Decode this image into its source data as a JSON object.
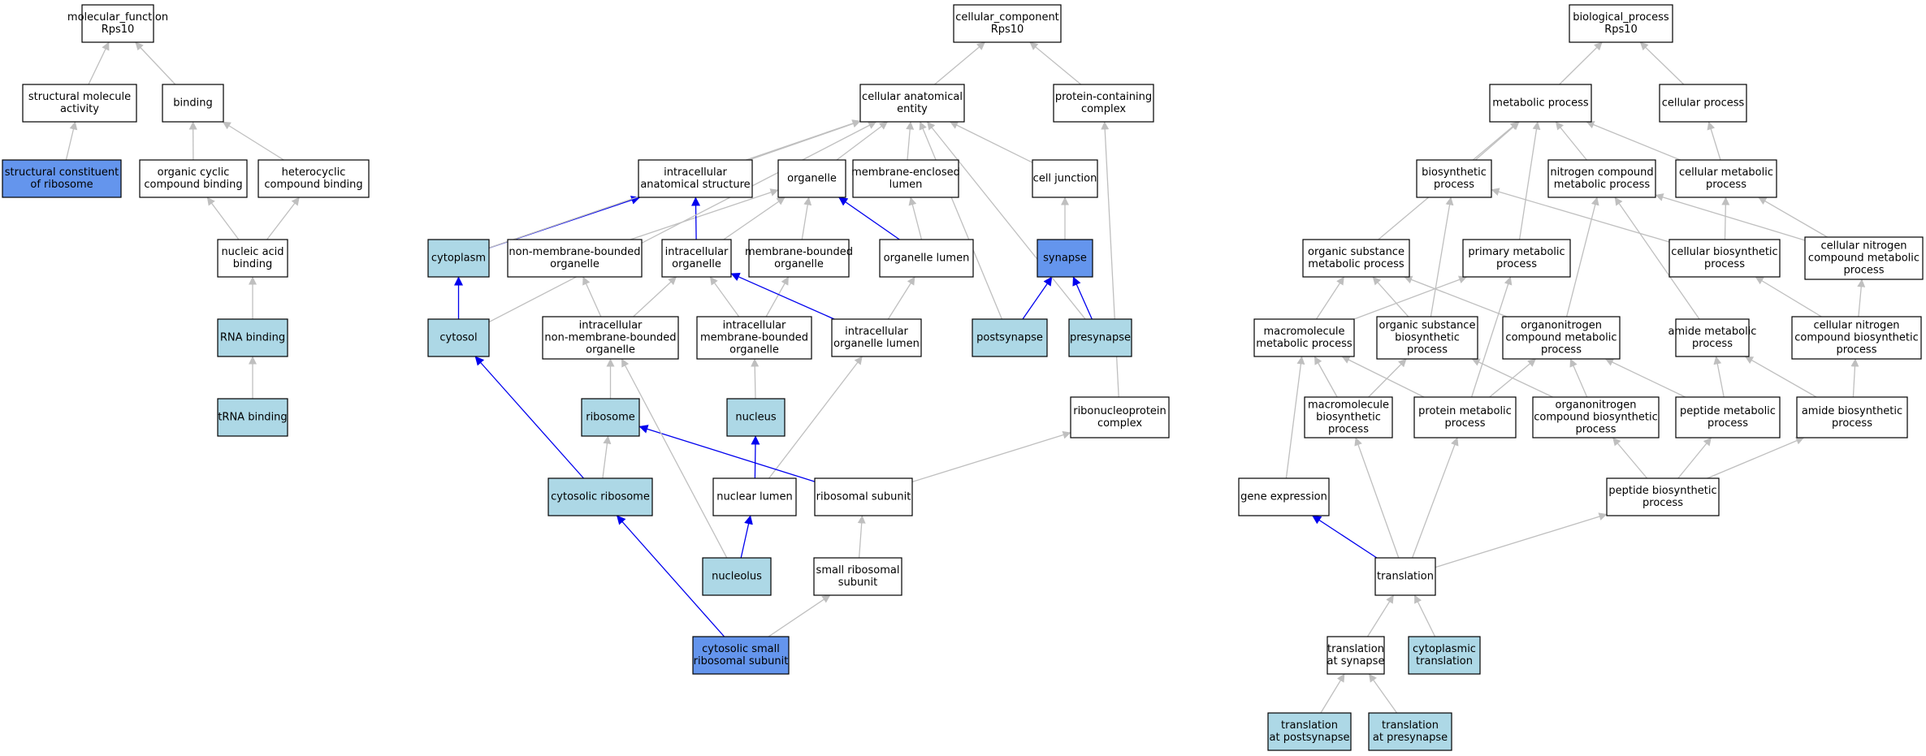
{
  "colors": {
    "plain": "#ffffff",
    "light": "#add8e6",
    "dark": "#6495ed",
    "edge_gray": "#bfbfbf",
    "edge_blue": "#0000ee"
  },
  "nodes": {
    "mf": {
      "lines": [
        "molecular_function",
        "Rps10"
      ],
      "style": "plain"
    },
    "sma": {
      "lines": [
        "structural molecule",
        "activity"
      ],
      "style": "plain"
    },
    "bind": {
      "lines": [
        "binding"
      ],
      "style": "plain"
    },
    "scr": {
      "lines": [
        "structural constituent",
        "of ribosome"
      ],
      "style": "dark"
    },
    "occb": {
      "lines": [
        "organic cyclic",
        "compound binding"
      ],
      "style": "plain"
    },
    "hccb": {
      "lines": [
        "heterocyclic",
        "compound binding"
      ],
      "style": "plain"
    },
    "nab": {
      "lines": [
        "nucleic acid",
        "binding"
      ],
      "style": "plain"
    },
    "rnab": {
      "lines": [
        "RNA binding"
      ],
      "style": "light"
    },
    "trnab": {
      "lines": [
        "tRNA binding"
      ],
      "style": "light"
    },
    "cc": {
      "lines": [
        "cellular_component",
        "Rps10"
      ],
      "style": "plain"
    },
    "cae": {
      "lines": [
        "cellular anatomical",
        "entity"
      ],
      "style": "plain"
    },
    "pcc": {
      "lines": [
        "protein-containing",
        "complex"
      ],
      "style": "plain"
    },
    "ias": {
      "lines": [
        "intracellular",
        "anatomical structure"
      ],
      "style": "plain"
    },
    "org": {
      "lines": [
        "organelle"
      ],
      "style": "plain"
    },
    "mel": {
      "lines": [
        "membrane-enclosed",
        "lumen"
      ],
      "style": "plain"
    },
    "cj": {
      "lines": [
        "cell junction"
      ],
      "style": "plain"
    },
    "cyto": {
      "lines": [
        "cytoplasm"
      ],
      "style": "light"
    },
    "nmbo": {
      "lines": [
        "non-membrane-bounded",
        "organelle"
      ],
      "style": "plain"
    },
    "io": {
      "lines": [
        "intracellular",
        "organelle"
      ],
      "style": "plain"
    },
    "mbo": {
      "lines": [
        "membrane-bounded",
        "organelle"
      ],
      "style": "plain"
    },
    "ol": {
      "lines": [
        "organelle lumen"
      ],
      "style": "plain"
    },
    "syn": {
      "lines": [
        "synapse"
      ],
      "style": "dark"
    },
    "cytosol": {
      "lines": [
        "cytosol"
      ],
      "style": "light"
    },
    "inmbo": {
      "lines": [
        "intracellular",
        "non-membrane-bounded",
        "organelle"
      ],
      "style": "plain"
    },
    "imbo": {
      "lines": [
        "intracellular",
        "membrane-bounded",
        "organelle"
      ],
      "style": "plain"
    },
    "iol": {
      "lines": [
        "intracellular",
        "organelle lumen"
      ],
      "style": "plain"
    },
    "post": {
      "lines": [
        "postsynapse"
      ],
      "style": "light"
    },
    "pre": {
      "lines": [
        "presynapse"
      ],
      "style": "light"
    },
    "ribo": {
      "lines": [
        "ribosome"
      ],
      "style": "light"
    },
    "nuc": {
      "lines": [
        "nucleus"
      ],
      "style": "light"
    },
    "rnp": {
      "lines": [
        "ribonucleoprotein",
        "complex"
      ],
      "style": "plain"
    },
    "cribo": {
      "lines": [
        "cytosolic ribosome"
      ],
      "style": "light"
    },
    "nl": {
      "lines": [
        "nuclear lumen"
      ],
      "style": "plain"
    },
    "rs": {
      "lines": [
        "ribosomal subunit"
      ],
      "style": "plain"
    },
    "nucleolus": {
      "lines": [
        "nucleolus"
      ],
      "style": "light"
    },
    "srs": {
      "lines": [
        "small ribosomal",
        "subunit"
      ],
      "style": "plain"
    },
    "csrs": {
      "lines": [
        "cytosolic small",
        "ribosomal subunit"
      ],
      "style": "dark"
    },
    "bp": {
      "lines": [
        "biological_process",
        "Rps10"
      ],
      "style": "plain"
    },
    "mp": {
      "lines": [
        "metabolic process"
      ],
      "style": "plain"
    },
    "cp": {
      "lines": [
        "cellular process"
      ],
      "style": "plain"
    },
    "bsp": {
      "lines": [
        "biosynthetic",
        "process"
      ],
      "style": "plain"
    },
    "ncmp": {
      "lines": [
        "nitrogen compound",
        "metabolic process"
      ],
      "style": "plain"
    },
    "cmp": {
      "lines": [
        "cellular metabolic",
        "process"
      ],
      "style": "plain"
    },
    "osmp": {
      "lines": [
        "organic substance",
        "metabolic process"
      ],
      "style": "plain"
    },
    "pmp": {
      "lines": [
        "primary metabolic",
        "process"
      ],
      "style": "plain"
    },
    "cbp": {
      "lines": [
        "cellular biosynthetic",
        "process"
      ],
      "style": "plain"
    },
    "cncmp": {
      "lines": [
        "cellular nitrogen",
        "compound metabolic",
        "process"
      ],
      "style": "plain"
    },
    "mmp": {
      "lines": [
        "macromolecule",
        "metabolic process"
      ],
      "style": "plain"
    },
    "osbp": {
      "lines": [
        "organic substance",
        "biosynthetic",
        "process"
      ],
      "style": "plain"
    },
    "oncmp": {
      "lines": [
        "organonitrogen",
        "compound metabolic",
        "process"
      ],
      "style": "plain"
    },
    "amp": {
      "lines": [
        "amide metabolic",
        "process"
      ],
      "style": "plain"
    },
    "cncbp": {
      "lines": [
        "cellular nitrogen",
        "compound biosynthetic",
        "process"
      ],
      "style": "plain"
    },
    "mbp": {
      "lines": [
        "macromolecule",
        "biosynthetic",
        "process"
      ],
      "style": "plain"
    },
    "prmp": {
      "lines": [
        "protein metabolic",
        "process"
      ],
      "style": "plain"
    },
    "oncbp": {
      "lines": [
        "organonitrogen",
        "compound biosynthetic",
        "process"
      ],
      "style": "plain"
    },
    "pepmp": {
      "lines": [
        "peptide metabolic",
        "process"
      ],
      "style": "plain"
    },
    "abp": {
      "lines": [
        "amide biosynthetic",
        "process"
      ],
      "style": "plain"
    },
    "ge": {
      "lines": [
        "gene expression"
      ],
      "style": "plain"
    },
    "pbp": {
      "lines": [
        "peptide biosynthetic",
        "process"
      ],
      "style": "plain"
    },
    "trans": {
      "lines": [
        "translation"
      ],
      "style": "plain"
    },
    "tas": {
      "lines": [
        "translation",
        "at synapse"
      ],
      "style": "plain"
    },
    "ct": {
      "lines": [
        "cytoplasmic",
        "translation"
      ],
      "style": "light"
    },
    "tapost": {
      "lines": [
        "translation",
        "at postsynapse"
      ],
      "style": "light"
    },
    "tapre": {
      "lines": [
        "translation",
        "at presynapse"
      ],
      "style": "light"
    }
  },
  "edges": [
    [
      "sma",
      "mf",
      "gray"
    ],
    [
      "bind",
      "mf",
      "gray"
    ],
    [
      "scr",
      "sma",
      "gray"
    ],
    [
      "occb",
      "bind",
      "gray"
    ],
    [
      "hccb",
      "bind",
      "gray"
    ],
    [
      "nab",
      "occb",
      "gray"
    ],
    [
      "nab",
      "hccb",
      "gray"
    ],
    [
      "rnab",
      "nab",
      "gray"
    ],
    [
      "trnab",
      "rnab",
      "gray"
    ],
    [
      "cae",
      "cc",
      "gray"
    ],
    [
      "pcc",
      "cc",
      "gray"
    ],
    [
      "ias",
      "cae",
      "gray"
    ],
    [
      "org",
      "cae",
      "gray"
    ],
    [
      "mel",
      "cae",
      "gray"
    ],
    [
      "cj",
      "cae",
      "gray"
    ],
    [
      "cyto",
      "ias",
      "blue"
    ],
    [
      "cyto",
      "cae",
      "gray"
    ],
    [
      "nmbo",
      "org",
      "gray"
    ],
    [
      "io",
      "org",
      "gray"
    ],
    [
      "io",
      "ias",
      "blue"
    ],
    [
      "mbo",
      "org",
      "gray"
    ],
    [
      "ol",
      "org",
      "blue"
    ],
    [
      "ol",
      "mel",
      "gray"
    ],
    [
      "syn",
      "cj",
      "gray"
    ],
    [
      "cytosol",
      "cyto",
      "blue"
    ],
    [
      "cytosol",
      "cae",
      "gray"
    ],
    [
      "inmbo",
      "nmbo",
      "gray"
    ],
    [
      "inmbo",
      "io",
      "gray"
    ],
    [
      "imbo",
      "io",
      "gray"
    ],
    [
      "imbo",
      "mbo",
      "gray"
    ],
    [
      "iol",
      "io",
      "blue"
    ],
    [
      "iol",
      "ol",
      "gray"
    ],
    [
      "post",
      "syn",
      "blue"
    ],
    [
      "post",
      "cae",
      "gray"
    ],
    [
      "pre",
      "syn",
      "blue"
    ],
    [
      "pre",
      "cae",
      "gray"
    ],
    [
      "ribo",
      "inmbo",
      "gray"
    ],
    [
      "nuc",
      "imbo",
      "gray"
    ],
    [
      "rnp",
      "pcc",
      "gray"
    ],
    [
      "cribo",
      "ribo",
      "gray"
    ],
    [
      "cribo",
      "cytosol",
      "blue"
    ],
    [
      "nl",
      "nuc",
      "blue"
    ],
    [
      "nl",
      "iol",
      "gray"
    ],
    [
      "rs",
      "ribo",
      "blue"
    ],
    [
      "rs",
      "rnp",
      "gray"
    ],
    [
      "nucleolus",
      "nl",
      "blue"
    ],
    [
      "nucleolus",
      "inmbo",
      "gray"
    ],
    [
      "srs",
      "rs",
      "gray"
    ],
    [
      "csrs",
      "cribo",
      "blue"
    ],
    [
      "csrs",
      "srs",
      "gray"
    ],
    [
      "mp",
      "bp",
      "gray"
    ],
    [
      "cp",
      "bp",
      "gray"
    ],
    [
      "bsp",
      "mp",
      "gray"
    ],
    [
      "ncmp",
      "mp",
      "gray"
    ],
    [
      "cmp",
      "mp",
      "gray"
    ],
    [
      "cmp",
      "cp",
      "gray"
    ],
    [
      "osmp",
      "mp",
      "gray"
    ],
    [
      "pmp",
      "mp",
      "gray"
    ],
    [
      "cbp",
      "bsp",
      "gray"
    ],
    [
      "cbp",
      "cmp",
      "gray"
    ],
    [
      "cncmp",
      "ncmp",
      "gray"
    ],
    [
      "cncmp",
      "cmp",
      "gray"
    ],
    [
      "mmp",
      "osmp",
      "gray"
    ],
    [
      "mmp",
      "pmp",
      "gray"
    ],
    [
      "osbp",
      "osmp",
      "gray"
    ],
    [
      "osbp",
      "bsp",
      "gray"
    ],
    [
      "oncmp",
      "osmp",
      "gray"
    ],
    [
      "oncmp",
      "ncmp",
      "gray"
    ],
    [
      "amp",
      "ncmp",
      "gray"
    ],
    [
      "cncbp",
      "cbp",
      "gray"
    ],
    [
      "cncbp",
      "cncmp",
      "gray"
    ],
    [
      "mbp",
      "mmp",
      "gray"
    ],
    [
      "mbp",
      "osbp",
      "gray"
    ],
    [
      "prmp",
      "mmp",
      "gray"
    ],
    [
      "prmp",
      "oncmp",
      "gray"
    ],
    [
      "prmp",
      "pmp",
      "gray"
    ],
    [
      "oncbp",
      "oncmp",
      "gray"
    ],
    [
      "oncbp",
      "osbp",
      "gray"
    ],
    [
      "pepmp",
      "oncmp",
      "gray"
    ],
    [
      "pepmp",
      "amp",
      "gray"
    ],
    [
      "abp",
      "amp",
      "gray"
    ],
    [
      "abp",
      "cncbp",
      "gray"
    ],
    [
      "ge",
      "mmp",
      "gray"
    ],
    [
      "pbp",
      "oncbp",
      "gray"
    ],
    [
      "pbp",
      "pepmp",
      "gray"
    ],
    [
      "pbp",
      "abp",
      "gray"
    ],
    [
      "trans",
      "ge",
      "blue"
    ],
    [
      "trans",
      "mbp",
      "gray"
    ],
    [
      "trans",
      "prmp",
      "gray"
    ],
    [
      "trans",
      "pbp",
      "gray"
    ],
    [
      "tas",
      "trans",
      "gray"
    ],
    [
      "ct",
      "trans",
      "gray"
    ],
    [
      "tapost",
      "tas",
      "gray"
    ],
    [
      "tapre",
      "tas",
      "gray"
    ]
  ]
}
